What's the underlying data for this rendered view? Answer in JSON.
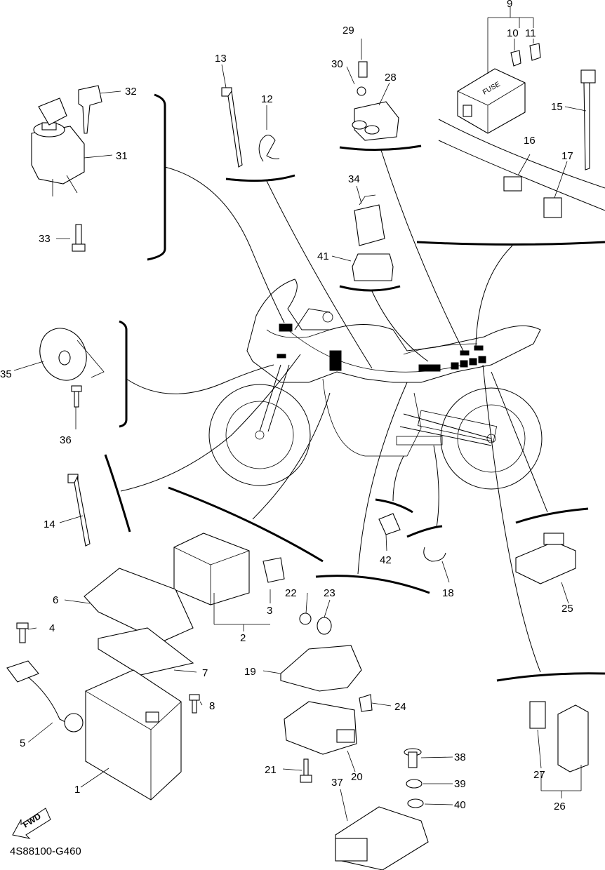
{
  "diagram": {
    "part_code": "4S88100-G460",
    "fwd_label": "FWD",
    "fuse_box_text": "FUSE",
    "callouts": {
      "c1": "1",
      "c2": "2",
      "c3": "3",
      "c4": "4",
      "c5": "5",
      "c6": "6",
      "c7": "7",
      "c8": "8",
      "c9": "9",
      "c10": "10",
      "c11": "11",
      "c12": "12",
      "c13": "13",
      "c14": "14",
      "c15": "15",
      "c16": "16",
      "c17": "17",
      "c18": "18",
      "c19": "19",
      "c20": "20",
      "c21": "21",
      "c22": "22",
      "c23": "23",
      "c24": "24",
      "c25": "25",
      "c26": "26",
      "c27": "27",
      "c28": "28",
      "c29": "29",
      "c30": "30",
      "c31": "31",
      "c32": "32",
      "c33": "33",
      "c34": "34",
      "c35": "35",
      "c36": "36",
      "c37": "37",
      "c38": "38",
      "c39": "39",
      "c40": "40",
      "c41": "41",
      "c42": "42"
    }
  }
}
